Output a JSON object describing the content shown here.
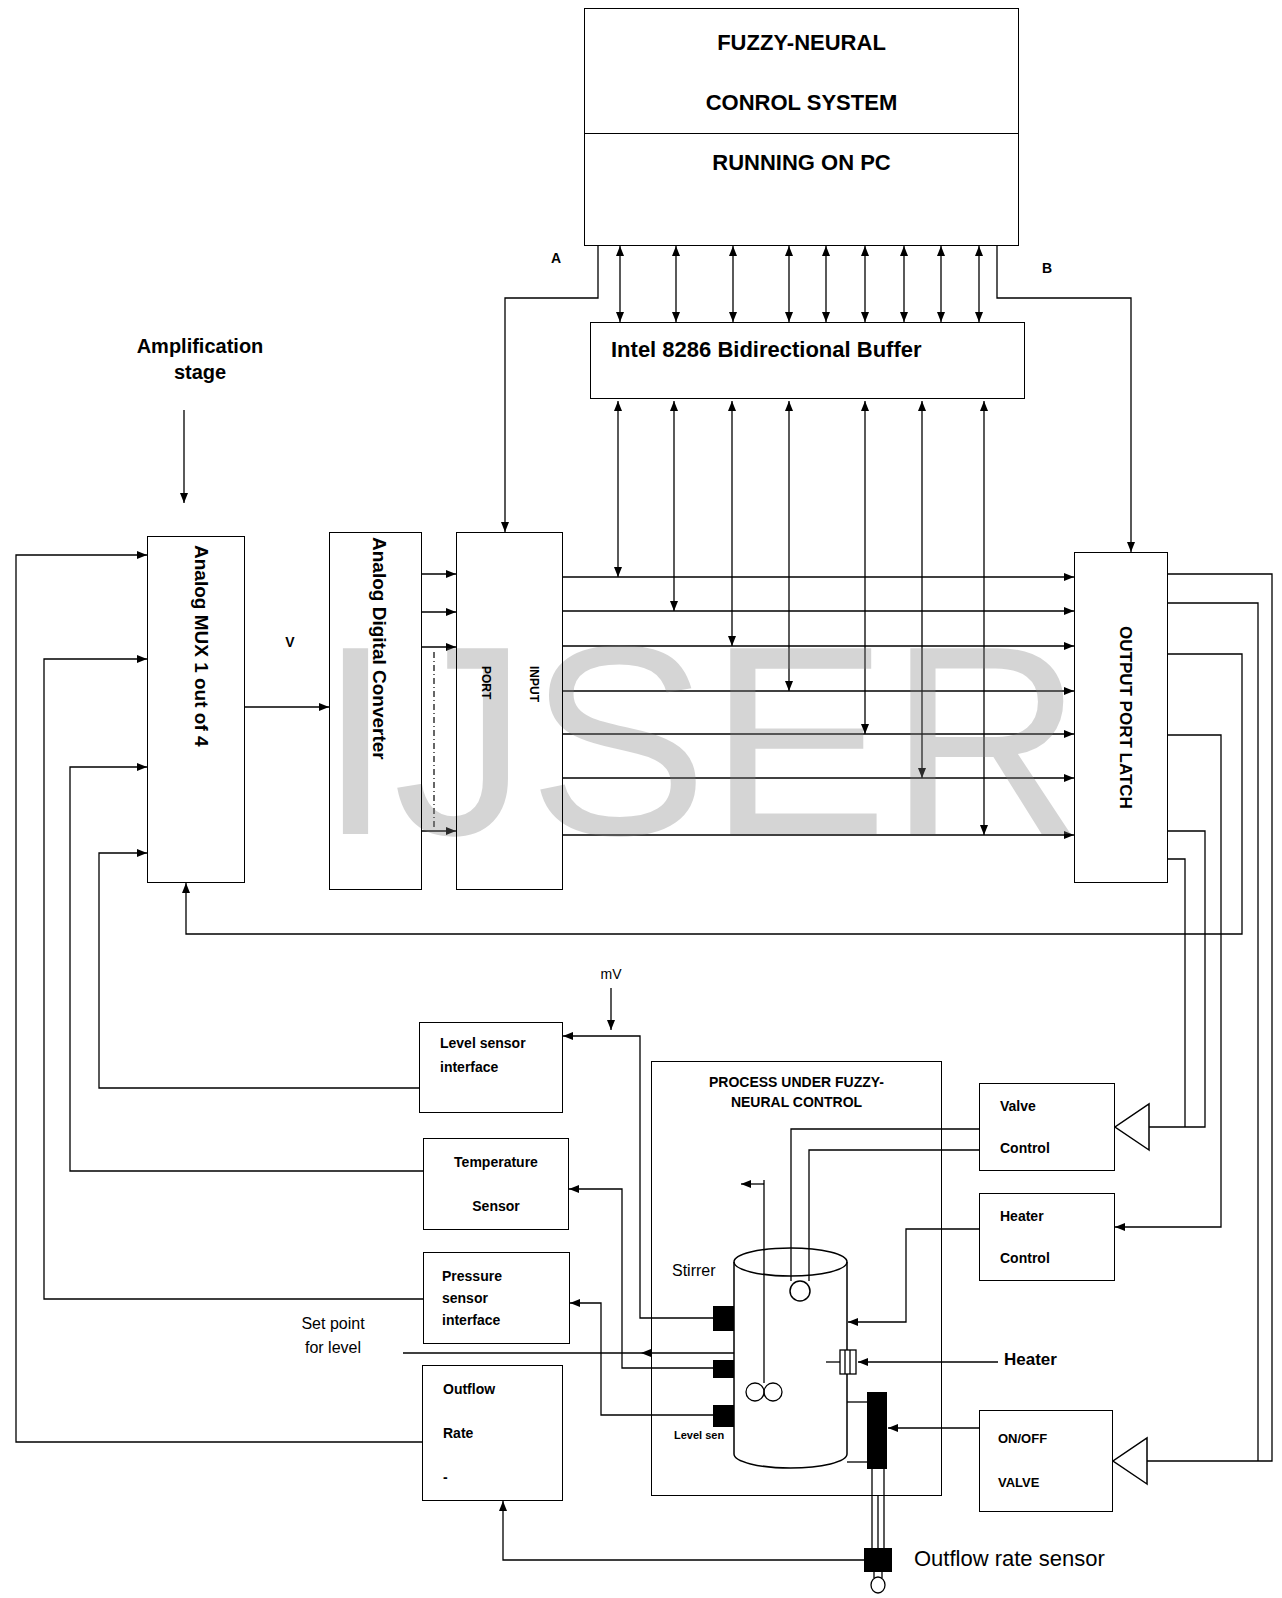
{
  "diagram": {
    "nodes": [
      {
        "text": [
          "FUZZY-NEURAL CONROL SYSTEM",
          "RUNNING ON PC"
        ]
      },
      {
        "text": [
          "Intel 8286 Bidirectional Buffer"
        ]
      },
      {
        "text": [
          "Analog MUX 1 out of 4"
        ]
      },
      {
        "text": [
          "Analog Digital Converter"
        ]
      },
      {
        "text": [
          "INPUT PORT"
        ]
      },
      {
        "text": [
          "OUTPUT PORT LATCH"
        ]
      },
      {
        "text": [
          "Level sensor interface"
        ]
      },
      {
        "text": [
          "Temperature Sensor"
        ]
      },
      {
        "text": [
          "Pressure sensor interface"
        ]
      },
      {
        "text": [
          "Outflow Rate -"
        ]
      },
      {
        "text": [
          "PROCESS UNDER FUZZY-NEURAL CONTROL"
        ]
      },
      {
        "text": [
          "Valve Control"
        ]
      },
      {
        "text": [
          "Heater Control"
        ]
      },
      {
        "text": [
          "ON/OFF VALVE"
        ]
      }
    ],
    "edges": [
      {
        "from": 0,
        "to": 4,
        "arrow": "to",
        "label": "A"
      },
      {
        "from": 0,
        "to": 5,
        "arrow": "to",
        "label": "B"
      },
      {
        "from": 0,
        "to": 1,
        "arrow": "both"
      },
      {
        "from": 0,
        "to": 1,
        "arrow": "both"
      },
      {
        "from": 0,
        "to": 1,
        "arrow": "both"
      },
      {
        "from": 0,
        "to": 1,
        "arrow": "both"
      },
      {
        "from": 0,
        "to": 1,
        "arrow": "both"
      },
      {
        "from": 0,
        "to": 1,
        "arrow": "both"
      },
      {
        "from": 0,
        "to": 1,
        "arrow": "both"
      },
      {
        "from": 0,
        "to": 1,
        "arrow": "both"
      },
      {
        "from": 0,
        "to": 1,
        "arrow": "both"
      },
      {
        "from": 4,
        "to": 5,
        "arrow": "to"
      },
      {
        "from": 4,
        "to": 5,
        "arrow": "to"
      },
      {
        "from": 4,
        "to": 5,
        "arrow": "to"
      },
      {
        "from": 4,
        "to": 5,
        "arrow": "to"
      },
      {
        "from": 4,
        "to": 5,
        "arrow": "to"
      },
      {
        "from": 4,
        "to": 5,
        "arrow": "to"
      },
      {
        "from": 4,
        "to": 5,
        "arrow": "to"
      },
      {
        "from": 3,
        "to": 4,
        "arrow": "to"
      },
      {
        "from": 3,
        "to": 4,
        "arrow": "to"
      },
      {
        "from": 3,
        "to": 4,
        "arrow": "to"
      },
      {
        "from": 3,
        "to": 4,
        "arrow": "to"
      },
      {
        "from": 2,
        "to": 3,
        "arrow": "to",
        "label": "V"
      },
      {
        "from": 5,
        "to": 2,
        "arrow": "to"
      },
      {
        "from": 5,
        "to": 11,
        "arrow": "to"
      },
      {
        "from": 5,
        "to": 12,
        "arrow": "to"
      },
      {
        "from": 5,
        "to": 13,
        "arrow": "to"
      },
      {
        "from": 6,
        "to": 2,
        "arrow": "to"
      },
      {
        "from": 7,
        "to": 2,
        "arrow": "to"
      },
      {
        "from": 8,
        "to": 2,
        "arrow": "to"
      },
      {
        "from": 9,
        "to": 2,
        "arrow": "to"
      },
      {
        "from": 10,
        "to": 6,
        "arrow": "to",
        "label": "mV"
      },
      {
        "from": 10,
        "to": 7,
        "arrow": "to"
      },
      {
        "from": 10,
        "to": 8,
        "arrow": "to"
      },
      {
        "from": 10,
        "to": 9,
        "arrow": "to"
      },
      {
        "from": 11,
        "to": 10,
        "arrow": "none"
      },
      {
        "from": 12,
        "to": 10,
        "arrow": "to"
      },
      {
        "from": 13,
        "to": 10,
        "arrow": "to"
      }
    ],
    "labels": [
      "Amplification stage",
      "Stirrer",
      "Set point for level",
      "Level sen",
      "Heater",
      "Outflow rate sensor",
      "IJSER"
    ]
  }
}
